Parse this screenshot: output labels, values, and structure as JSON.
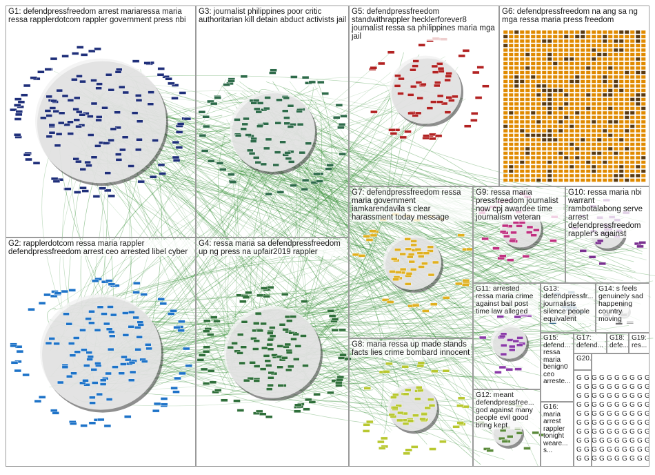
{
  "graph": {
    "edge_color": "#2e8b2e",
    "groups": [
      {
        "id": "G1",
        "label": "G1: defendpressfreedom arrest mariaressa maria ressa rapplerdotcom rappler government press nbi",
        "color": "#1f2f7a"
      },
      {
        "id": "G2",
        "label": "G2: rapplerdotcom ressa maria rappler defendpressfreedom arrest ceo arrested libel cyber",
        "color": "#1e73c8"
      },
      {
        "id": "G3",
        "label": "G3: journalist philippines poor critic authoritarian kill detain abduct activists jail",
        "color": "#2e6b4a"
      },
      {
        "id": "G4",
        "label": "G4: ressa maria sa defendpressfreedom up ng press na upfair2019 rappler",
        "color": "#2f6f3a"
      },
      {
        "id": "G5",
        "label": "G5: defendpressfreedom standwithrappler hecklerforever8 journalist ressa sa philippines maria mga jail",
        "color": "#b22222"
      },
      {
        "id": "G6",
        "label": "G6: defendpressfreedom na ang sa ng mga ressa maria press freedom",
        "color": "#e08a00"
      },
      {
        "id": "G7",
        "label": "G7: defendpressfreedom ressa maria government iamkarendavila s clear harassment today message",
        "color": "#e0b020"
      },
      {
        "id": "G8",
        "label": "G8: maria ressa up made stands facts lies crime bombard innocent",
        "color": "#b8c830"
      },
      {
        "id": "G9",
        "label": "G9: ressa maria pressfreedom journalist now cpj awardee time journalism veteran",
        "color": "#c03080"
      },
      {
        "id": "G10",
        "label": "G10: ressa maria nbi warrant rambotalabong serve arrest defendpressfreedom rappler's against",
        "color": "#7a3090"
      },
      {
        "id": "G11",
        "label": "G11: arrested ressa maria crime against bail post time law alleged",
        "color": "#8a3aa8"
      },
      {
        "id": "G12",
        "label": "G12: meant defendpressfree... god against many people evil good bring kept",
        "color": "#5a8a3a"
      },
      {
        "id": "G13",
        "label": "G13: defendpressfr... journalists silence people equivalent",
        "color": "#3a6a8a"
      },
      {
        "id": "G14",
        "label": "G14: s feels genuinely sad happening country moving",
        "color": "#6a6a6a"
      },
      {
        "id": "G15",
        "label": "G15: defend... ressa maria benign0 ceo arreste...",
        "color": "#5a5a5a"
      },
      {
        "id": "G16",
        "label": "G16: maria arrest rappler tonight weare... s...",
        "color": "#5a5a5a"
      },
      {
        "id": "G17",
        "label": "G17: defend...",
        "color": "#5a5a5a"
      },
      {
        "id": "G18",
        "label": "G18: defe...",
        "color": "#5a5a5a"
      },
      {
        "id": "G19",
        "label": "G19: res...",
        "color": "#5a5a5a"
      },
      {
        "id": "G20",
        "label": "G20...",
        "color": "#5a5a5a"
      }
    ]
  }
}
